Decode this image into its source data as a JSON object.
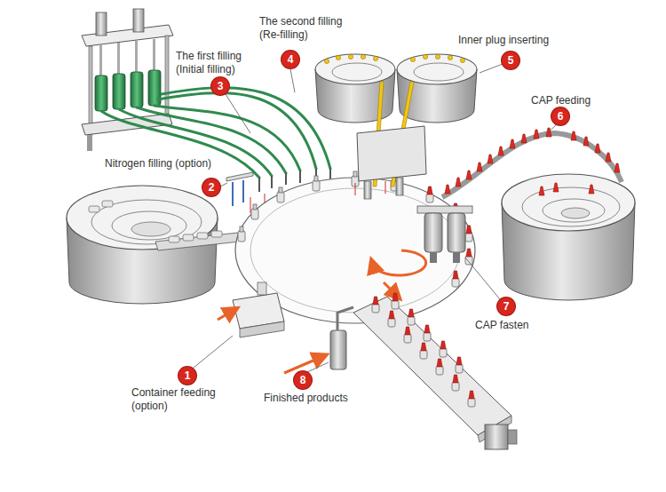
{
  "diagram": {
    "nodes": [
      {
        "text": [
          "4",
          "The second filling (Re-filling)"
        ]
      },
      {
        "text": [
          "5",
          "Inner plug inserting"
        ]
      },
      {
        "text": [
          "3",
          "The first filling (Initial filling)"
        ]
      },
      {
        "text": [
          "6",
          "CAP feeding"
        ]
      },
      {
        "text": [
          "2",
          "Nitrogen filling (option)"
        ]
      },
      {
        "text": [
          "7",
          "CAP fasten"
        ]
      },
      {
        "text": [
          "1",
          "Container feeding (option)"
        ]
      },
      {
        "text": [
          "8",
          "Finished products"
        ]
      }
    ]
  }
}
